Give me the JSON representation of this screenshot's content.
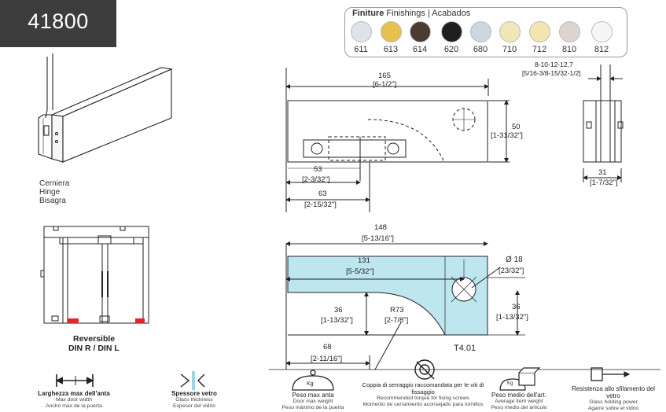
{
  "product_code": "41800",
  "finishings": {
    "title_bold": "Finiture",
    "title_rest": " Finishings | Acabados",
    "items": [
      {
        "code": "611",
        "color": "#dfe3e7"
      },
      {
        "code": "613",
        "color": "#e5c24e"
      },
      {
        "code": "614",
        "color": "#4a3b33"
      },
      {
        "code": "620",
        "color": "#1f1f1f"
      },
      {
        "code": "680",
        "color": "#cfd6de"
      },
      {
        "code": "710",
        "color": "#f1e6b6"
      },
      {
        "code": "712",
        "color": "#f4e4ae"
      },
      {
        "code": "810",
        "color": "#ddd4d2"
      },
      {
        "code": "812",
        "color": "#f6f6f6"
      }
    ]
  },
  "hinge_label": [
    "Cerniera",
    "Hinge",
    "Bisagra"
  ],
  "reversible": {
    "line1": "Reversible",
    "line2": "DIN R / DIN L"
  },
  "dims_top": {
    "d165": "165",
    "d165b": "[6-1/2\"]",
    "d50": "50",
    "d50b": "[1-31/32\"]",
    "d53": "53",
    "d53b": "[2-3/32\"]",
    "d63": "63",
    "d63b": "[2-15/32\"]",
    "glass_range": "8-10-12-12,7",
    "glass_range_b": "[5/16-3/8-15/32-1/2]",
    "d31": "31",
    "d31b": "[1-7/32\"]"
  },
  "dims_bottom": {
    "d148": "148",
    "d148b": "[5-13/16\"]",
    "d131": "131",
    "d131b": "[5-5/32\"]",
    "dia": "Ø 18",
    "diab": "[23/32\"]",
    "d36a": "36",
    "d36ab": "[1-13/32\"]",
    "r73": "R73",
    "r73b": "[2-7/8\"]",
    "d36b": "36",
    "d36bb": "[1-13/32\"]",
    "d68": "68",
    "d68b": "[2-11/16\"]",
    "template": "T4.01"
  },
  "features": [
    {
      "title": "Larghezza max dell'anta",
      "sub": [
        "Max door width",
        "Ancho max de la puerta"
      ]
    },
    {
      "title": "Spessore vetro",
      "sub": [
        "Glass thickness",
        "Espesor del vidrio"
      ]
    },
    {
      "title": "Peso max anta",
      "sub": [
        "Door max weight",
        "Peso máximo de la puerta"
      ],
      "icon_text": "Kg"
    },
    {
      "title": "Coppia di serraggio raccomandata per le viti di fissaggio",
      "sub": [
        "Recommended torque for fixing screws",
        "Momento de cerramiento aconsejado para tornillos"
      ]
    },
    {
      "title": "Peso medio dell'art.",
      "sub": [
        "Average item weight",
        "Peso medio del artículo"
      ],
      "icon_text": "Kg"
    },
    {
      "title": "Resistenza allo sfilamento del vetro",
      "sub": [
        "Glass holding power",
        "Agarre sobre el vidrio"
      ]
    }
  ]
}
